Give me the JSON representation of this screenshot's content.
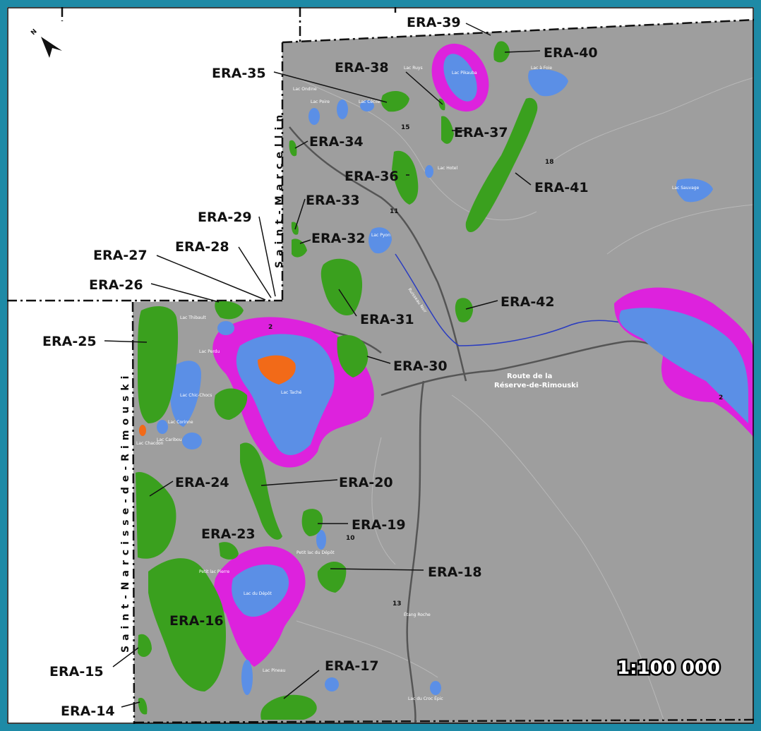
{
  "map": {
    "scale_text": "1:100 000",
    "north_label": "N",
    "colors": {
      "frame": "#1e8aa6",
      "territory": "#9e9e9e",
      "outside": "#ffffff",
      "era": "#3aa01e",
      "buffer": "#dd22dd",
      "water": "#5b8fe6",
      "hotspot": "#f26a18",
      "road": "#555555"
    },
    "municipalities": {
      "marcellin": "Saint-Marcellin",
      "narcisse": "Saint-Narcisse-de-Rimouski"
    },
    "road_name_line1": "Route de la",
    "road_name_line2": "Réserve-de-Rimouski",
    "road_numbers": [
      "2",
      "2",
      "10",
      "11",
      "13",
      "15",
      "18"
    ],
    "lake_names": [
      "Lac Ondine",
      "Lac Poire",
      "Lac Cécile",
      "Lac Ruys",
      "Lac à Foie",
      "Lac Hotel",
      "Lac Pyon",
      "Lac Sauvage",
      "Lac Thibault",
      "Lac Chic-Chocs",
      "Lac Taché",
      "Lac Caribou",
      "Lac Perdu",
      "Lac Corinne",
      "Lac Chacdon",
      "Lac du Dépôt",
      "Petit lac du Dépôt",
      "Petit lac Pierre",
      "Étang Roche",
      "Lac Pikauba",
      "Lac Pineau",
      "Lac du Croc Épic",
      "Ruisseau Noir"
    ],
    "era_labels": [
      "ERA-14",
      "ERA-15",
      "ERA-16",
      "ERA-17",
      "ERA-18",
      "ERA-19",
      "ERA-20",
      "ERA-23",
      "ERA-24",
      "ERA-25",
      "ERA-26",
      "ERA-27",
      "ERA-28",
      "ERA-29",
      "ERA-30",
      "ERA-31",
      "ERA-32",
      "ERA-33",
      "ERA-34",
      "ERA-35",
      "ERA-36",
      "ERA-37",
      "ERA-38",
      "ERA-39",
      "ERA-40",
      "ERA-41",
      "ERA-42"
    ]
  }
}
